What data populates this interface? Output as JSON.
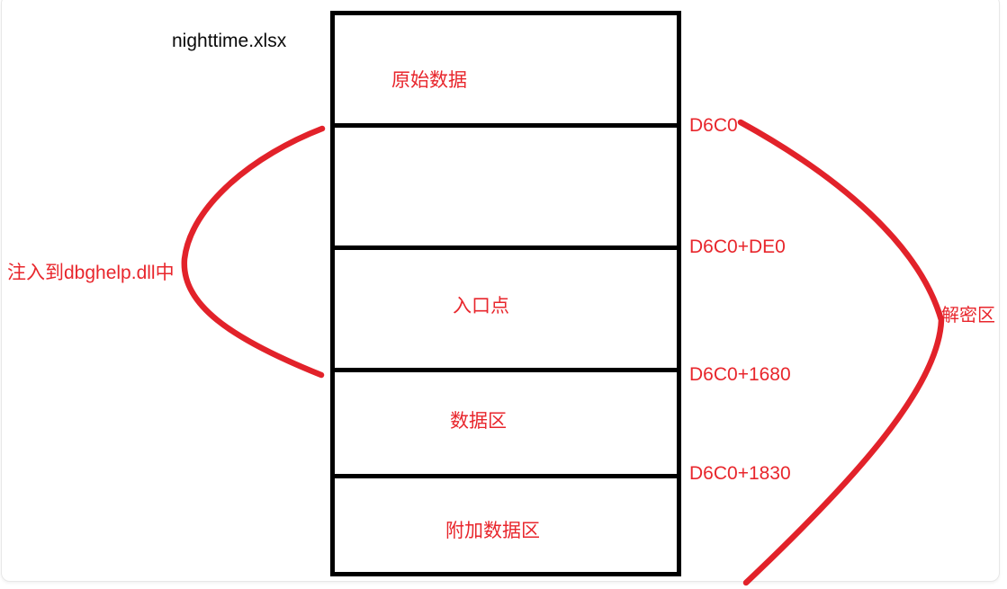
{
  "title": "nighttime.xlsx",
  "colors": {
    "red": "#e8262c",
    "black": "#000000",
    "card_border": "#e7e7e7"
  },
  "memory_box": {
    "sections": [
      {
        "label": "原始数据"
      },
      {
        "label": ""
      },
      {
        "label": "入口点"
      },
      {
        "label": "数据区"
      },
      {
        "label": "附加数据区"
      }
    ],
    "offsets": [
      {
        "label": "D6C0"
      },
      {
        "label": "D6C0+DE0"
      },
      {
        "label": "D6C0+1680"
      },
      {
        "label": "D6C0+1830"
      }
    ]
  },
  "annotations": {
    "left_brace": "注入到dbghelp.dll中",
    "right_brace": "解密区"
  }
}
